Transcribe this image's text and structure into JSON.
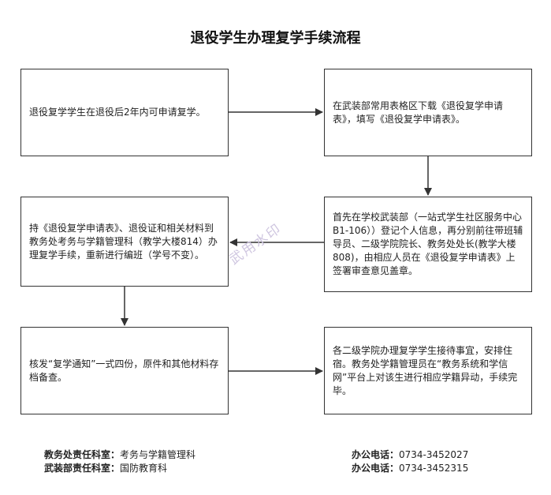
{
  "title": "退役学生办理复学手续流程",
  "steps": [
    {
      "text": "退役复学学生在退役后2年内可申请复学。"
    },
    {
      "text": "在武装部常用表格区下载《退役复学申请表》，填写《退役复学申请表》。"
    },
    {
      "text": "首先在学校武装部（一站式学生社区服务中心B1-106））登记个人信息，再分别前往带班辅导员、二级学院院长、教务处处长(教学大楼 808)，由相应人员在《退役复学申请表》上签署审查意见盖章。"
    },
    {
      "text": "持《退役复学申请表》、退役证和相关材料到教务处考务与学籍管理科（教学大楼814）办理复学手续，重新进行编班（学号不变）。"
    },
    {
      "text": "核发“复学通知”一式四份，原件和其他材料存档备查。"
    },
    {
      "text": "各二级学院办理复学学生接待事宜，安排住宿。教务处学籍管理员在“教务系统和学信网”平台上对该生进行相应学籍异动，手续完毕。"
    }
  ],
  "watermark": "武用水印",
  "footer": {
    "left": [
      {
        "label": "教务处责任科室：",
        "value": "考务与学籍管理科"
      },
      {
        "label": "武装部责任科室：",
        "value": "国防教育科"
      }
    ],
    "right": [
      {
        "label": "办公电话：",
        "value": "0734-3452027"
      },
      {
        "label": "办公电话：",
        "value": "0734-3452315"
      }
    ]
  },
  "colors": {
    "border": "#333333",
    "watermark": "#cfc6e0"
  }
}
